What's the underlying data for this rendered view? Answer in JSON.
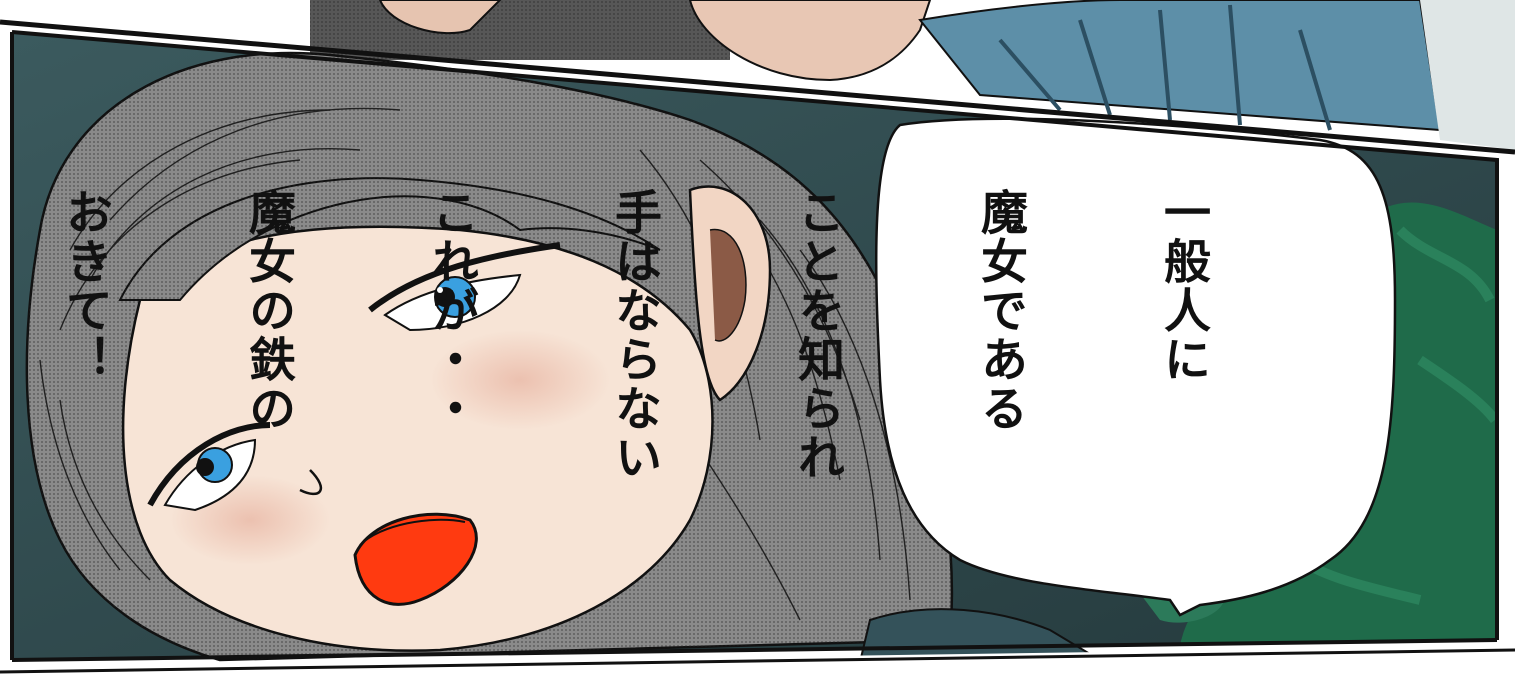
{
  "panel": {
    "speech_bubble": {
      "lines": [
        "一般人に",
        "魔女である",
        "ことを知られ",
        "手はならない",
        "これが・・",
        "魔女の鉄の",
        "おきて！"
      ]
    }
  },
  "colors": {
    "panel_background": "#2f4a4d",
    "hair": "#8a8a8a",
    "skin": "#f7e4d6",
    "eye": "#3aa0e0",
    "mouth": "#ff3a10",
    "foliage": "#1f6b4a",
    "gutter": "#ffffff",
    "ink": "#111111"
  }
}
